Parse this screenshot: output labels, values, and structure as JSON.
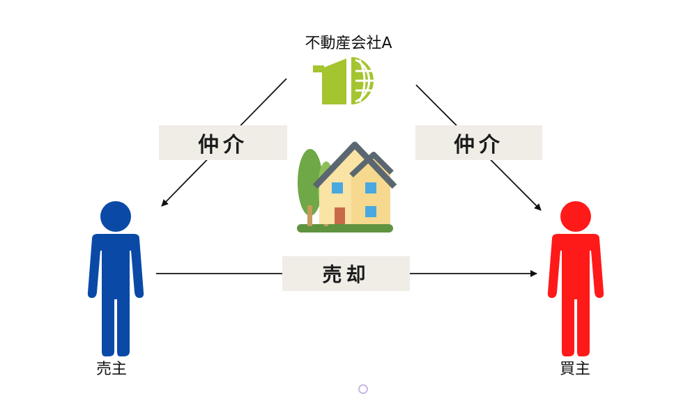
{
  "company": {
    "name": "不動産会社A",
    "logo": "house-globe-logo-icon",
    "color": "#a4c430"
  },
  "labels": {
    "left": "仲介",
    "right": "仲介",
    "middle": "売却"
  },
  "seller": {
    "name": "売主",
    "color": "#0a4aa6",
    "icon": "person-icon"
  },
  "buyer": {
    "name": "買主",
    "color": "#ff1a1a",
    "icon": "person-icon"
  },
  "property": {
    "icon": "house-with-tree-icon"
  }
}
